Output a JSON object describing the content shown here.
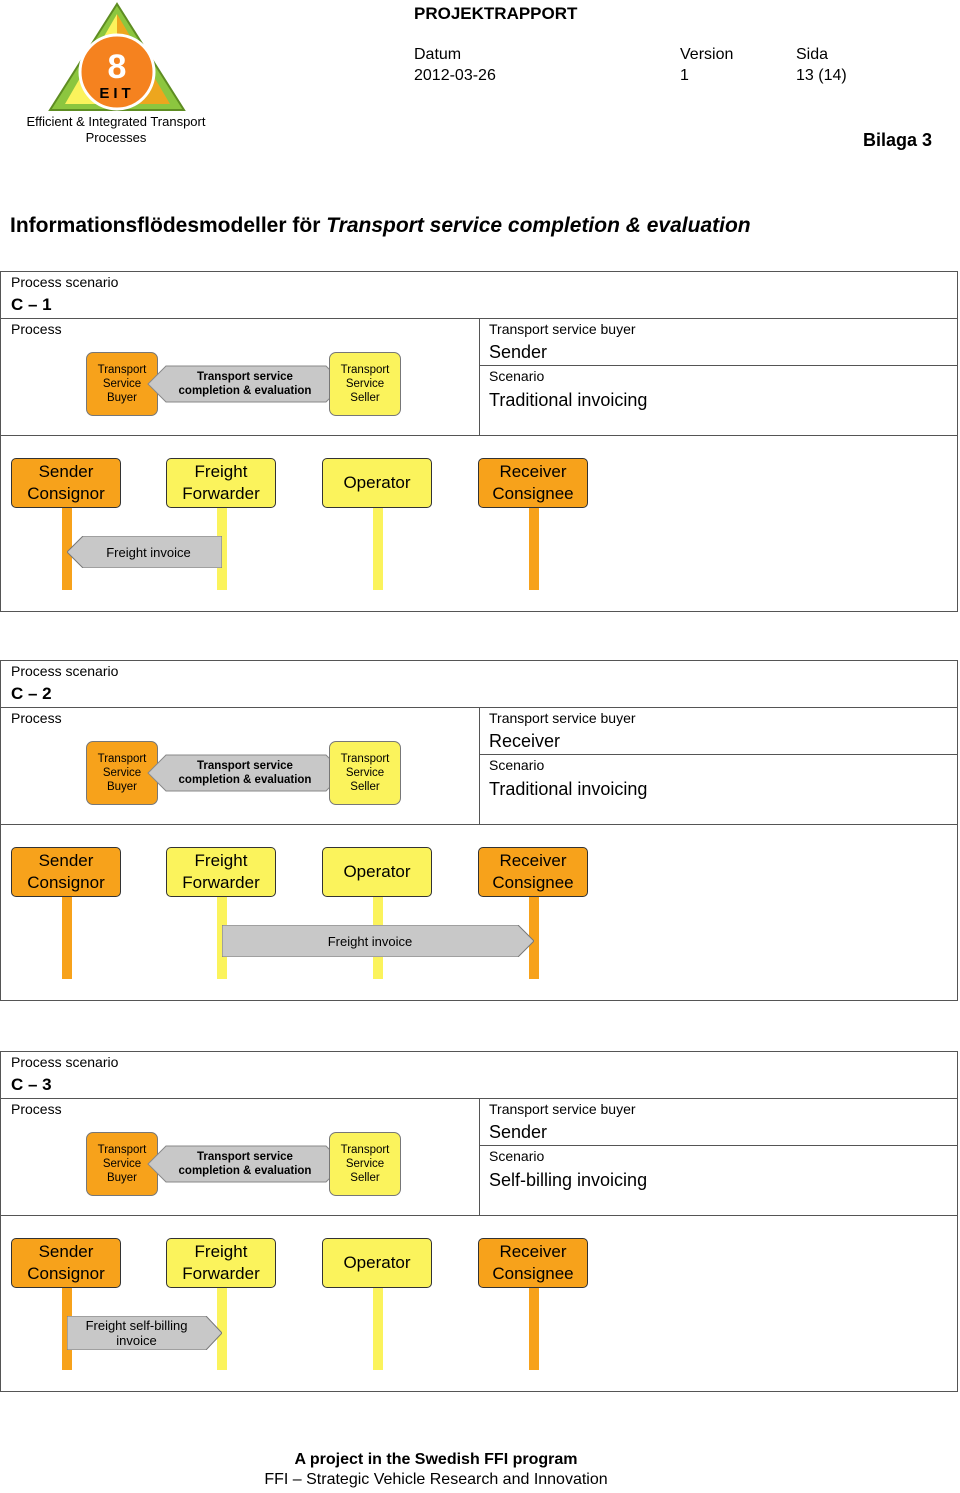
{
  "header": {
    "logo_number": "8",
    "logo_letters": "EIT",
    "org_line1": "Efficient & Integrated Transport",
    "org_line2": "Processes",
    "doc_type": "PROJEKTRAPPORT",
    "datum_label": "Datum",
    "datum_value": "2012-03-26",
    "version_label": "Version",
    "version_value": "1",
    "sida_label": "Sida",
    "sida_value": "13 (14)",
    "appendix": "Bilaga 3",
    "colors": {
      "orange": "#f7a21b",
      "yellow": "#fbf35c",
      "green": "#8cc63f"
    }
  },
  "title": {
    "prefix": "Informationsflödesmodeller för",
    "emphasis": "Transport service completion & evaluation"
  },
  "scenarios": [
    {
      "scenario_label": "Process scenario",
      "code": "C – 1",
      "process_label": "Process",
      "buyer_box": "Transport Service Buyer",
      "process_arrow": "Transport service completion & evaluation",
      "seller_box": "Transport Service Seller",
      "buyer_label": "Transport service buyer",
      "buyer_value": "Sender",
      "scenario_field_label": "Scenario",
      "scenario_value": "Traditional invoicing",
      "actors": [
        "Sender Consignor",
        "Freight Forwarder",
        "Operator",
        "Receiver Consignee"
      ],
      "message": {
        "text": "Freight invoice",
        "from": "Freight Forwarder",
        "to": "Sender Consignor"
      }
    },
    {
      "scenario_label": "Process scenario",
      "code": "C – 2",
      "process_label": "Process",
      "buyer_box": "Transport Service Buyer",
      "process_arrow": "Transport service completion & evaluation",
      "seller_box": "Transport Service Seller",
      "buyer_label": "Transport service buyer",
      "buyer_value": "Receiver",
      "scenario_field_label": "Scenario",
      "scenario_value": "Traditional invoicing",
      "actors": [
        "Sender Consignor",
        "Freight Forwarder",
        "Operator",
        "Receiver Consignee"
      ],
      "message": {
        "text": "Freight invoice",
        "from": "Freight Forwarder",
        "to": "Receiver Consignee"
      }
    },
    {
      "scenario_label": "Process scenario",
      "code": "C – 3",
      "process_label": "Process",
      "buyer_box": "Transport Service Buyer",
      "process_arrow": "Transport service completion & evaluation",
      "seller_box": "Transport Service Seller",
      "buyer_label": "Transport service buyer",
      "buyer_value": "Sender",
      "scenario_field_label": "Scenario",
      "scenario_value": "Self-billing invoicing",
      "actors": [
        "Sender Consignor",
        "Freight Forwarder",
        "Operator",
        "Receiver Consignee"
      ],
      "message": {
        "text": "Freight self-billing invoice",
        "from": "Sender Consignor",
        "to": "Freight Forwarder"
      }
    }
  ],
  "footer": {
    "line1": "A project in the Swedish FFI program",
    "line2": "FFI – Strategic Vehicle Research and Innovation"
  }
}
